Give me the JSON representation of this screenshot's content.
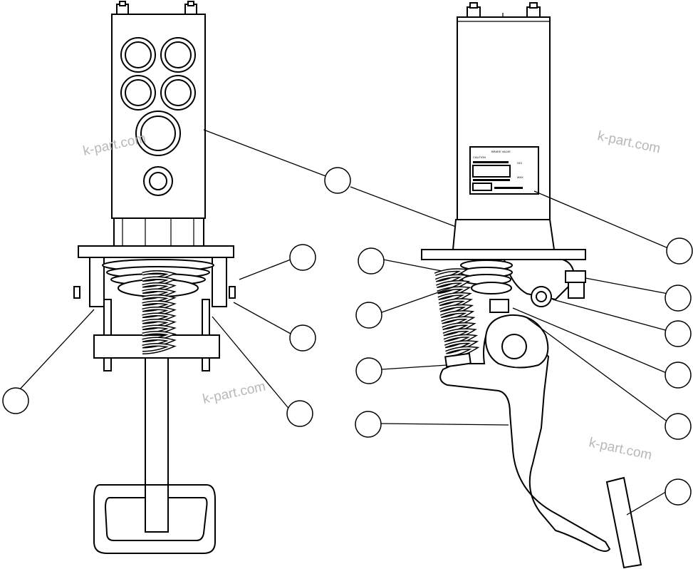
{
  "watermark": "k-part.com",
  "nameplate": {
    "line1": "BRAKE VALVE",
    "line2": "CAUTION",
    "line3": "24V",
    "line4": "MAX"
  },
  "callouts": [
    {
      "id": "callout-left-view-1",
      "text": ""
    },
    {
      "id": "callout-left-view-2",
      "text": ""
    },
    {
      "id": "callout-left-view-3",
      "text": ""
    },
    {
      "id": "callout-left-view-4",
      "text": ""
    },
    {
      "id": "callout-center",
      "text": ""
    },
    {
      "id": "callout-right-view-1",
      "text": ""
    },
    {
      "id": "callout-right-view-2",
      "text": ""
    },
    {
      "id": "callout-right-view-3",
      "text": ""
    },
    {
      "id": "callout-right-view-4",
      "text": ""
    },
    {
      "id": "callout-right-view-5",
      "text": ""
    },
    {
      "id": "callout-right-view-6",
      "text": ""
    },
    {
      "id": "callout-right-view-7",
      "text": ""
    },
    {
      "id": "callout-right-view-8",
      "text": ""
    },
    {
      "id": "callout-right-view-9",
      "text": ""
    },
    {
      "id": "callout-right-view-10",
      "text": ""
    }
  ]
}
